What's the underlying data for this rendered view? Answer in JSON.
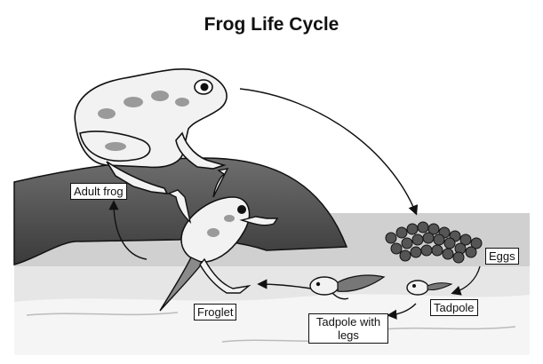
{
  "title": "Frog Life Cycle",
  "stages": {
    "adult_frog": "Adult frog",
    "eggs": "Eggs",
    "tadpole": "Tadpole",
    "tadpole_with_legs": "Tadpole with legs",
    "froglet": "Froglet"
  },
  "colors": {
    "rock_dark": "#4a4a4a",
    "water": "#c8c8c8",
    "frog_body": "#f2f2f2",
    "spots": "#9a9a9a",
    "outline": "#111111"
  }
}
